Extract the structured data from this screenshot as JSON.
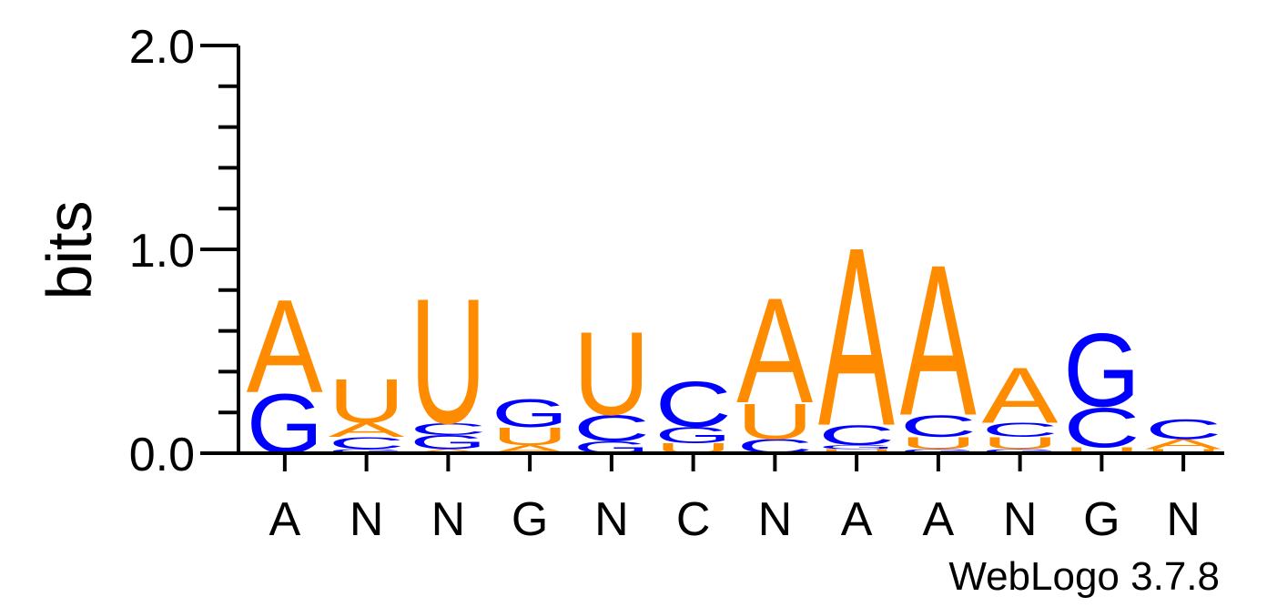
{
  "chart_data": {
    "type": "sequence-logo",
    "ylabel": "bits",
    "ylim": [
      0,
      2.0
    ],
    "y_ticks": [
      "0.0",
      "1.0",
      "2.0"
    ],
    "y_tick_values": [
      0,
      1,
      2
    ],
    "minor_tick_step": 0.2,
    "positions": [
      "A",
      "N",
      "N",
      "G",
      "N",
      "C",
      "N",
      "A",
      "A",
      "N",
      "G",
      "N"
    ],
    "colors": {
      "A": "#ff8c00",
      "U": "#ff8c00",
      "G": "#0000ff",
      "C": "#0000ff"
    },
    "stacks": [
      [
        {
          "letter": "G",
          "bits": 0.3
        },
        {
          "letter": "A",
          "bits": 0.47
        }
      ],
      [
        {
          "letter": "G",
          "bits": 0.02
        },
        {
          "letter": "C",
          "bits": 0.06
        },
        {
          "letter": "A",
          "bits": 0.07
        },
        {
          "letter": "U",
          "bits": 0.22
        }
      ],
      [
        {
          "letter": "A",
          "bits": 0.02
        },
        {
          "letter": "G",
          "bits": 0.07
        },
        {
          "letter": "C",
          "bits": 0.06
        },
        {
          "letter": "U",
          "bits": 0.63
        }
      ],
      [
        {
          "letter": "A",
          "bits": 0.04
        },
        {
          "letter": "U",
          "bits": 0.09
        },
        {
          "letter": "G",
          "bits": 0.14
        }
      ],
      [
        {
          "letter": "G",
          "bits": 0.06
        },
        {
          "letter": "C",
          "bits": 0.13
        },
        {
          "letter": "U",
          "bits": 0.42
        }
      ],
      [
        {
          "letter": "U",
          "bits": 0.05
        },
        {
          "letter": "G",
          "bits": 0.08
        },
        {
          "letter": "C",
          "bits": 0.23
        }
      ],
      [
        {
          "letter": "C",
          "bits": 0.07
        },
        {
          "letter": "U",
          "bits": 0.18
        },
        {
          "letter": "A",
          "bits": 0.53
        }
      ],
      [
        {
          "letter": "U",
          "bits": 0.02
        },
        {
          "letter": "G",
          "bits": 0.02
        },
        {
          "letter": "C",
          "bits": 0.1
        },
        {
          "letter": "A",
          "bits": 0.9
        }
      ],
      [
        {
          "letter": "G",
          "bits": 0.02
        },
        {
          "letter": "U",
          "bits": 0.06
        },
        {
          "letter": "C",
          "bits": 0.11
        },
        {
          "letter": "A",
          "bits": 0.76
        }
      ],
      [
        {
          "letter": "G",
          "bits": 0.02
        },
        {
          "letter": "U",
          "bits": 0.06
        },
        {
          "letter": "C",
          "bits": 0.07
        },
        {
          "letter": "A",
          "bits": 0.28
        }
      ],
      [
        {
          "letter": "U",
          "bits": 0.03
        },
        {
          "letter": "C",
          "bits": 0.2
        },
        {
          "letter": "G",
          "bits": 0.37
        }
      ],
      [
        {
          "letter": "U",
          "bits": 0.02
        },
        {
          "letter": "A",
          "bits": 0.05
        },
        {
          "letter": "C",
          "bits": 0.1
        }
      ]
    ]
  },
  "credit": "WebLogo 3.7.8"
}
